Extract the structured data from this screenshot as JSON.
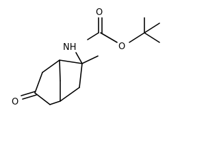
{
  "molecule": {
    "atoms": {
      "carbonyl_oxygen": "O",
      "ester_oxygen": "O",
      "amide_nitrogen": "NH",
      "ketone_oxygen": "O"
    },
    "bond_color": "#000000",
    "background": "#ffffff"
  }
}
